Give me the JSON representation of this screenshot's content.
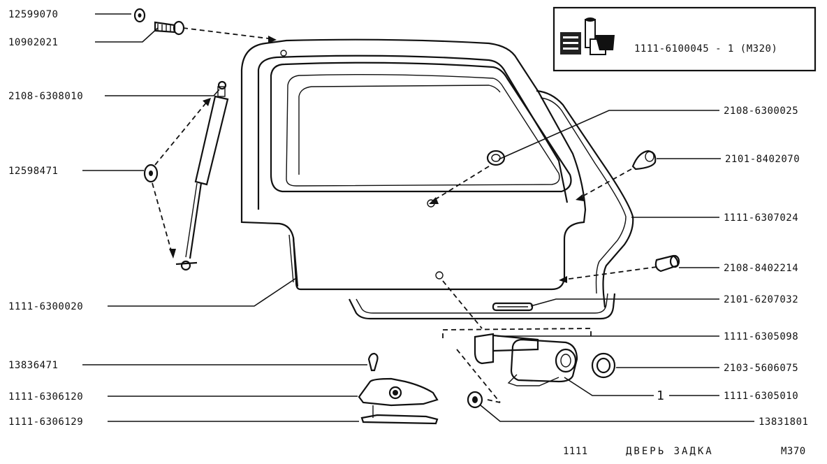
{
  "callouts": [
    {
      "id": "c1",
      "code": "12599070"
    },
    {
      "id": "c2",
      "code": "10902021"
    },
    {
      "id": "c3",
      "code": "2108-6308010"
    },
    {
      "id": "c4",
      "code": "12598471"
    },
    {
      "id": "c5",
      "code": "1111-6300020"
    },
    {
      "id": "c6",
      "code": "13836471"
    },
    {
      "id": "c7",
      "code": "1111-6306120"
    },
    {
      "id": "c8",
      "code": "1111-6306129"
    },
    {
      "id": "c9",
      "code": "2108-6300025"
    },
    {
      "id": "c10",
      "code": "2101-8402070"
    },
    {
      "id": "c11",
      "code": "1111-6307024"
    },
    {
      "id": "c12",
      "code": "2108-8402214"
    },
    {
      "id": "c13",
      "code": "2101-6207032"
    },
    {
      "id": "c14",
      "code": "1111-6305098"
    },
    {
      "id": "c15",
      "code": "2103-5606075"
    },
    {
      "id": "c16",
      "code": "1111-6305010"
    },
    {
      "id": "c17",
      "code": "13831801"
    }
  ],
  "lock_quantity": "1",
  "kit_box": {
    "text": "1111-6100045 - 1 (M320)"
  },
  "footer": {
    "model": "1111",
    "title": "ДВЕРЬ ЗАДКА",
    "page": "M370"
  }
}
